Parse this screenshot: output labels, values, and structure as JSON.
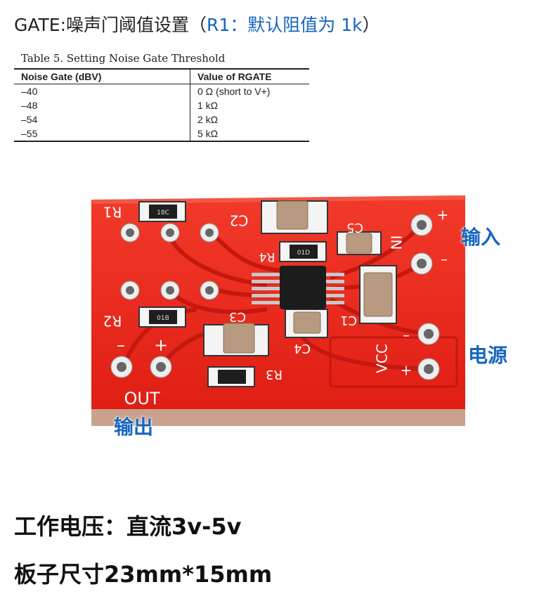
{
  "heading": {
    "prefix": "GATE:噪声门阈值设置（",
    "ref": "R1：默认阻值为 1k",
    "suffix": "）"
  },
  "table": {
    "title": "Table 5. Setting Noise Gate Threshold",
    "headers": [
      "Noise Gate (dBV)",
      "Value of RGATE"
    ],
    "rows": [
      [
        "–40",
        "0 Ω (short to V+)"
      ],
      [
        "–48",
        "1 kΩ"
      ],
      [
        "–54",
        "2 kΩ"
      ],
      [
        "–55",
        "5 kΩ"
      ]
    ]
  },
  "board": {
    "color": "#e8261c",
    "silkscreen": {
      "r1": "R1",
      "r2": "R2",
      "r3": "R3",
      "r4": "R4",
      "c1": "C1",
      "c2": "C2",
      "c3": "C3",
      "c4": "C4",
      "c5": "C5",
      "in": "IN",
      "vcc": "VCC",
      "out": "OUT",
      "plus": "+",
      "minus": "–",
      "resistor_marking_r1": "18C",
      "resistor_marking_r2": "01B",
      "resistor_marking_r4": "01D"
    }
  },
  "labels": {
    "input": "输入",
    "power": "电源",
    "output": "输出"
  },
  "specs": {
    "voltage": "工作电压：直流3v-5v",
    "size": "板子尺寸23mm*15mm"
  }
}
